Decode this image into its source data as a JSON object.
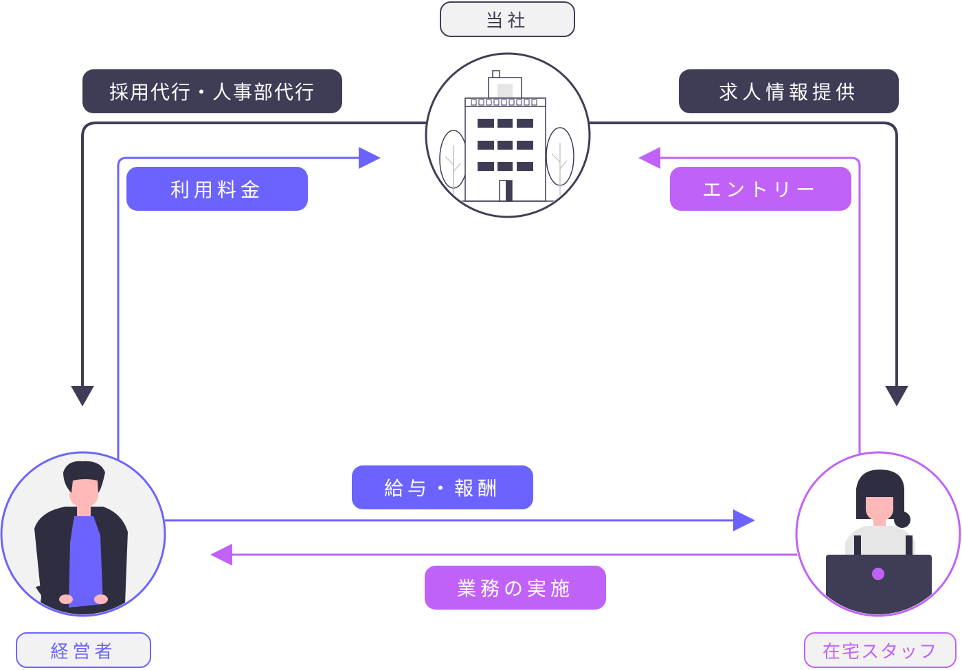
{
  "nodes": {
    "company": {
      "label": "当社"
    },
    "owner": {
      "label": "経営者"
    },
    "staff": {
      "label": "在宅スタッフ"
    }
  },
  "flows": {
    "recruit": "採用代行・人事部代行",
    "job_info": "求人情報提供",
    "fee": "利用料金",
    "entry": "エントリー",
    "salary": "給与・報酬",
    "work": "業務の実施"
  },
  "colors": {
    "dark": "#3f3d56",
    "blue": "#6c63ff",
    "purple": "#c062f7",
    "light": "#f2f2f2"
  }
}
